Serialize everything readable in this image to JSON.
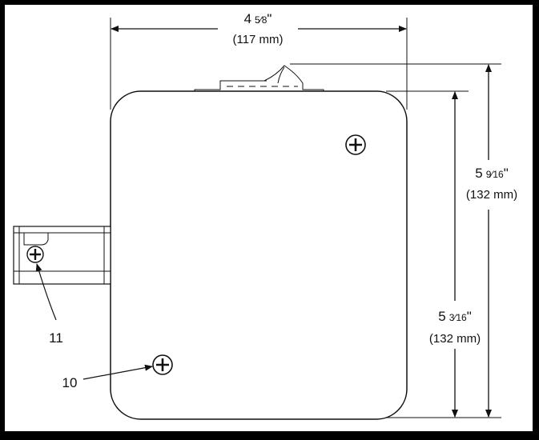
{
  "dimensions": {
    "width": {
      "whole": "4",
      "fraction": "5⁄8",
      "inch_mark": "\"",
      "metric": "(117 mm)"
    },
    "overall_height": {
      "whole": "5",
      "fraction": "9⁄16",
      "inch_mark": "\"",
      "metric": "(132 mm)"
    },
    "body_height": {
      "whole": "5",
      "fraction": "3⁄16",
      "inch_mark": "\"",
      "metric": "(132 mm)"
    }
  },
  "callouts": {
    "side_screw": "11",
    "front_screw": "10"
  },
  "colors": {
    "background": "#000000",
    "panel": "#ffffff",
    "line": "#111111"
  }
}
